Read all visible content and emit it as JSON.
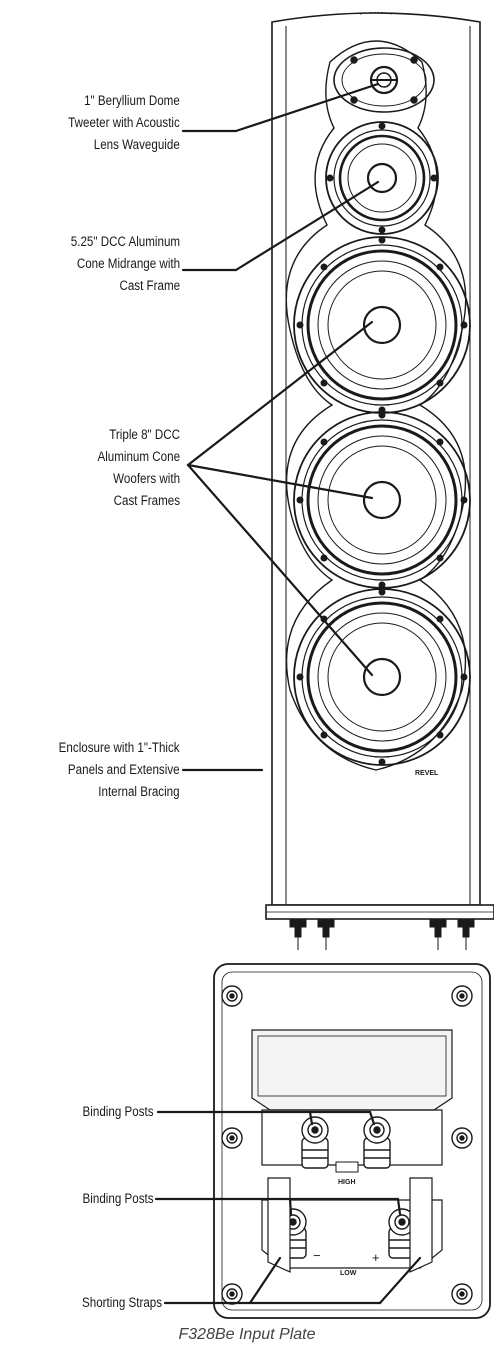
{
  "labels": {
    "tweeter": [
      "1\" Beryllium Dome",
      "Tweeter with Acoustic",
      "Lens Waveguide"
    ],
    "midrange": [
      "5.25\" DCC Aluminum",
      "Cone Midrange with",
      "Cast Frame"
    ],
    "woofers": [
      "Triple 8\" DCC",
      "Aluminum Cone",
      "Woofers with",
      "Cast Frames"
    ],
    "enclosure": [
      "Enclosure with 1\"-Thick",
      "Panels and Extensive",
      "Internal Bracing"
    ],
    "binding_posts_high": "Binding Posts",
    "binding_posts_low": "Binding Posts",
    "shorting_straps": "Shorting Straps"
  },
  "badges": {
    "brand": "REVEL",
    "high": "HIGH",
    "low": "LOW",
    "minus": "−",
    "plus": "+"
  },
  "caption": "F328Be Input Plate"
}
